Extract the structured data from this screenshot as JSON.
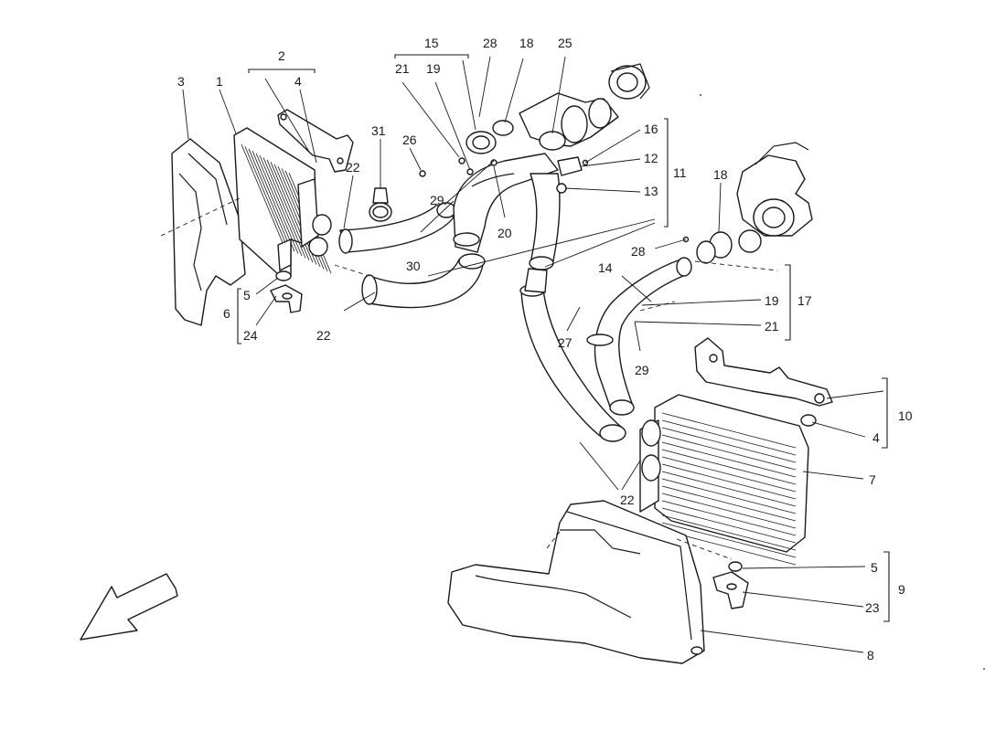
{
  "callouts": {
    "c1": "1",
    "c2": "2",
    "c3": "3",
    "c4a": "4",
    "c4b": "4",
    "c5a": "5",
    "c5b": "5",
    "c6": "6",
    "c7": "7",
    "c8": "8",
    "c9": "9",
    "c10": "10",
    "c11": "11",
    "c12": "12",
    "c13": "13",
    "c14": "14",
    "c15": "15",
    "c16": "16",
    "c17": "17",
    "c18a": "18",
    "c18b": "18",
    "c19a": "19",
    "c19b": "19",
    "c20": "20",
    "c21a": "21",
    "c21b": "21",
    "c22a": "22",
    "c22b": "22",
    "c22c": "22",
    "c23": "23",
    "c24": "24",
    "c25": "25",
    "c26": "26",
    "c27": "27",
    "c28a": "28",
    "c28b": "28",
    "c29a": "29",
    "c29b": "29",
    "c30": "30",
    "c31": "31"
  },
  "orientation_arrow": {
    "icon": "direction-arrow-icon"
  },
  "colors": {
    "ink": "#1a1a1a",
    "background": "#ffffff"
  }
}
